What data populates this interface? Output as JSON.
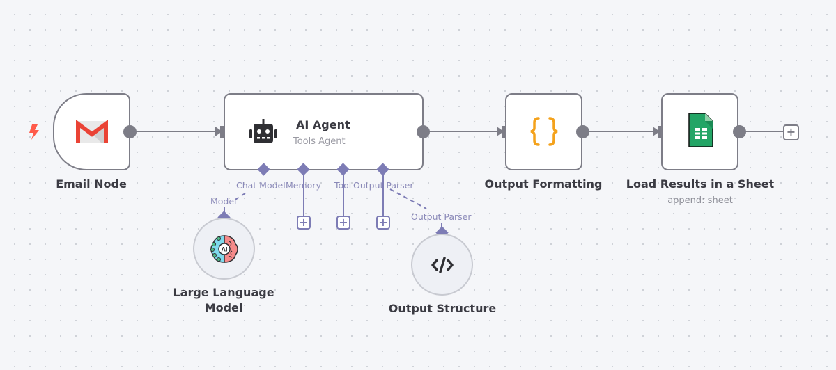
{
  "canvas": {
    "colors": {
      "background": "#f5f6f9",
      "node_border": "#7d7d87",
      "edge": "#7d7d87",
      "sub_connector": "#7d7cb5",
      "text": "#3b3b43",
      "subtext": "#8f9099"
    }
  },
  "nodes": {
    "email": {
      "label": "Email Node",
      "icon": "gmail-icon",
      "trigger_icon": "lightning-bolt-icon"
    },
    "agent": {
      "title": "AI Agent",
      "subtitle": "Tools Agent",
      "icon": "robot-icon",
      "connectors": [
        "Chat Model",
        "Memory",
        "Tool",
        "Output Parser"
      ]
    },
    "llm": {
      "label_line1": "Large Language",
      "label_line2": "Model",
      "icon": "ai-brain-icon",
      "input_label": "Model"
    },
    "output_structure": {
      "label": "Output Structure",
      "icon": "code-icon",
      "input_label": "Output Parser"
    },
    "formatting": {
      "label": "Output Formatting",
      "icon": "curly-braces-icon"
    },
    "sheet": {
      "label": "Load Results in a Sheet",
      "sublabel": "append: sheet",
      "icon": "google-sheets-icon"
    }
  },
  "buttons": {
    "add_memory": "+",
    "add_tool": "+",
    "add_output_parser": "+",
    "add_after_sheet": "+"
  }
}
